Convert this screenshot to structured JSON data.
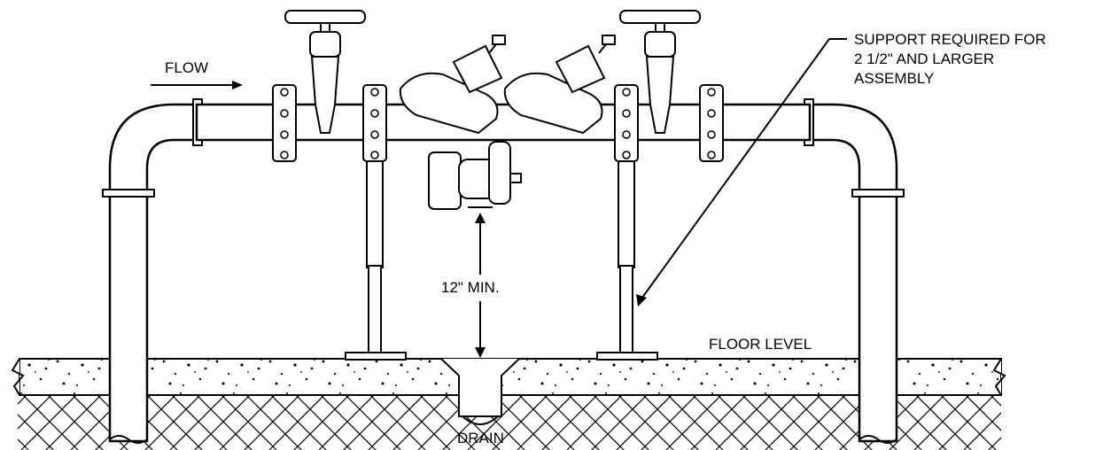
{
  "labels": {
    "flow": "FLOW",
    "support_note": "SUPPORT REQUIRED FOR\n2 1/2\" AND LARGER\nASSEMBLY",
    "min_clearance": "12\" MIN.",
    "floor_level": "FLOOR LEVEL",
    "drain": "DRAIN"
  },
  "colors": {
    "line": "#000000",
    "background": "#ffffff",
    "concrete": "#ffffff"
  }
}
